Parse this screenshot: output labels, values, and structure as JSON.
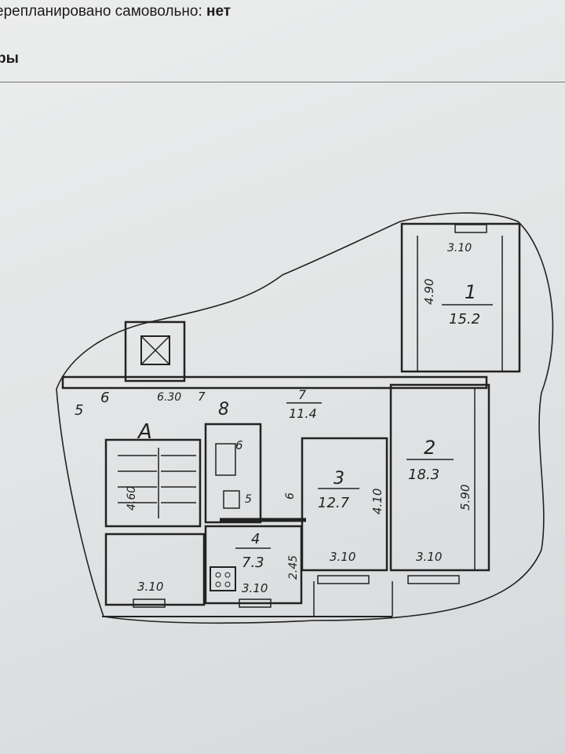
{
  "header": {
    "line1_label": "ерепланировано самовольно:",
    "line1_value": "нет",
    "line2": "ры"
  },
  "plan": {
    "room1": {
      "number": "1",
      "area": "15.2",
      "dim_top": "3.10",
      "dim_side": "4.90"
    },
    "room2": {
      "number": "2",
      "area": "18.3",
      "dim_bottom": "3.10",
      "dim_side": "5.90"
    },
    "room3": {
      "number": "3",
      "area": "12.7",
      "dim_bottom": "3.10",
      "dim_side": "4.10"
    },
    "room4": {
      "number": "4",
      "area": "7.3",
      "dim_bottom": "3.10",
      "dim_side": "2.45"
    },
    "room7": {
      "number": "7",
      "area": "11.4"
    },
    "corridor": {
      "dim": "6.30",
      "label_7": "7",
      "label_8": "8"
    },
    "labels": {
      "n5a": "5",
      "n6a": "6",
      "n6b": "6",
      "n5b": "5",
      "n6c": "6",
      "stair": "А",
      "stair_dim": "4.60",
      "left_bottom_dim": "3.10"
    }
  }
}
